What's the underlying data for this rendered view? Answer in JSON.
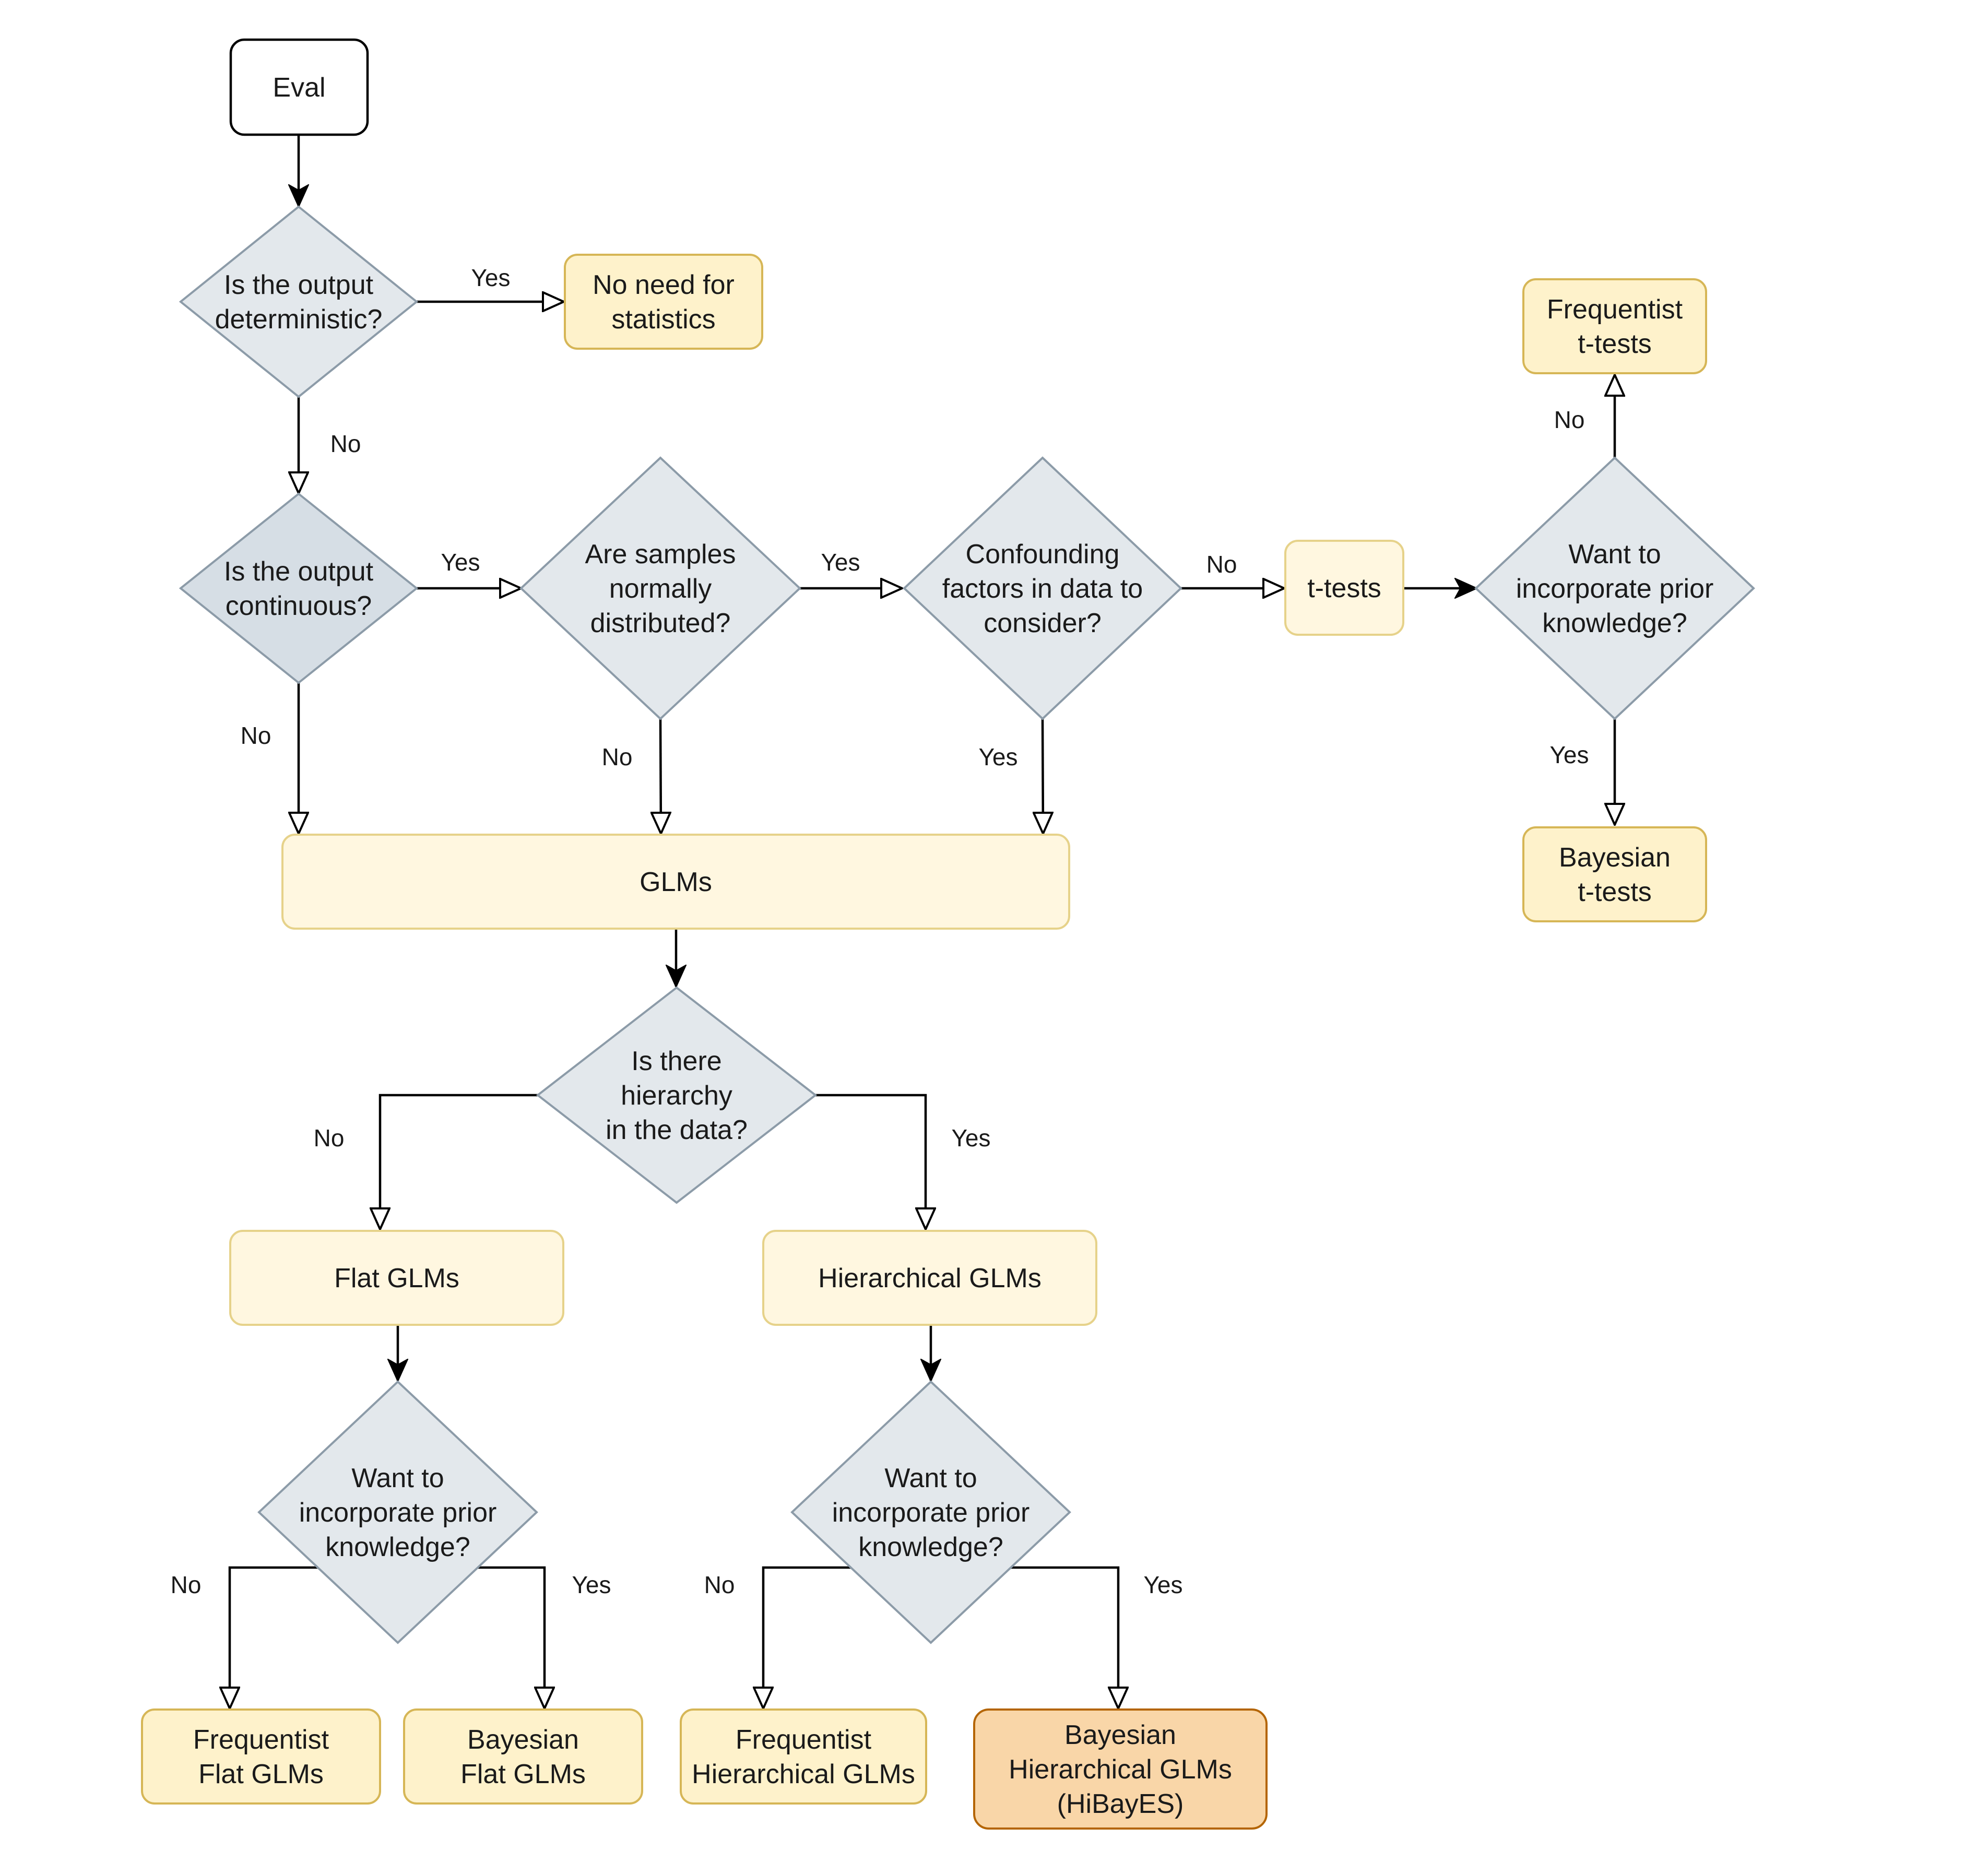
{
  "colors": {
    "terminal_fill": "#ffffff",
    "terminal_stroke": "#000000",
    "decision_fill": "#e3e8ec",
    "decision_fill_dark": "#d6dee5",
    "decision_stroke": "#8c9ba8",
    "result_fill": "#fef2cb",
    "result_stroke": "#d6b656",
    "light_fill": "#fff7e0",
    "light_stroke": "#e6d28a",
    "highlight_fill": "#f9d6a8",
    "highlight_stroke": "#b46504",
    "edge": "#000000"
  },
  "nodes": {
    "eval": {
      "lines": [
        "Eval"
      ]
    },
    "q_deterministic": {
      "lines": [
        "Is the output",
        "deterministic?"
      ]
    },
    "no_need": {
      "lines": [
        "No need for",
        "statistics"
      ]
    },
    "q_continuous": {
      "lines": [
        "Is the output",
        "continuous?"
      ]
    },
    "q_normal": {
      "lines": [
        "Are samples",
        "normally",
        "distributed?"
      ]
    },
    "q_confound": {
      "lines": [
        "Confounding",
        "factors in data to",
        "consider?"
      ]
    },
    "t_tests": {
      "lines": [
        "t-tests"
      ]
    },
    "q_prior_t": {
      "lines": [
        "Want to",
        "incorporate prior",
        "knowledge?"
      ]
    },
    "freq_t": {
      "lines": [
        "Frequentist",
        "t-tests"
      ]
    },
    "bayes_t": {
      "lines": [
        "Bayesian",
        "t-tests"
      ]
    },
    "glms": {
      "lines": [
        "GLMs"
      ]
    },
    "q_hierarchy": {
      "lines": [
        "Is there",
        "hierarchy",
        "in the data?"
      ]
    },
    "flat_glms": {
      "lines": [
        "Flat GLMs"
      ]
    },
    "hier_glms": {
      "lines": [
        "Hierarchical GLMs"
      ]
    },
    "q_prior_flat": {
      "lines": [
        "Want to",
        "incorporate prior",
        "knowledge?"
      ]
    },
    "q_prior_hier": {
      "lines": [
        "Want to",
        "incorporate prior",
        "knowledge?"
      ]
    },
    "freq_flat": {
      "lines": [
        "Frequentist",
        "Flat GLMs"
      ]
    },
    "bayes_flat": {
      "lines": [
        "Bayesian",
        "Flat GLMs"
      ]
    },
    "freq_hier": {
      "lines": [
        "Frequentist",
        "Hierarchical GLMs"
      ]
    },
    "bayes_hier": {
      "lines": [
        "Bayesian",
        "Hierarchical GLMs",
        "(HiBayES)"
      ]
    }
  },
  "edge_labels": {
    "det_yes": "Yes",
    "det_no": "No",
    "cont_yes": "Yes",
    "cont_no": "No",
    "norm_yes": "Yes",
    "norm_no": "No",
    "conf_no": "No",
    "conf_yes": "Yes",
    "prior_t_no": "No",
    "prior_t_yes": "Yes",
    "hier_no": "No",
    "hier_yes": "Yes",
    "prior_flat_no": "No",
    "prior_flat_yes": "Yes",
    "prior_hier_no": "No",
    "prior_hier_yes": "Yes"
  }
}
